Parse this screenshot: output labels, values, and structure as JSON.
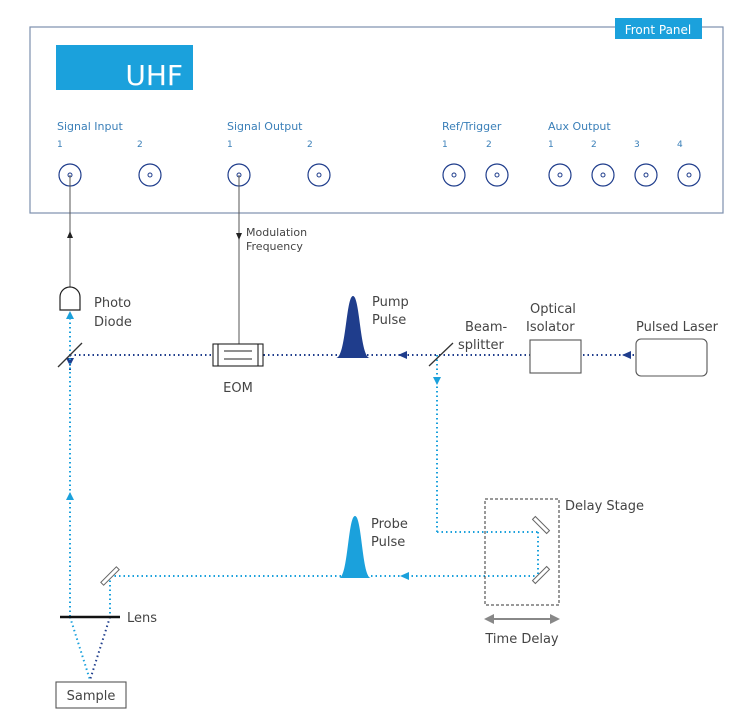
{
  "front_panel": {
    "tag": "Front Panel",
    "brand": "UHF",
    "groups": [
      {
        "label": "Signal Input",
        "ports": [
          "1",
          "2"
        ]
      },
      {
        "label": "Signal Output",
        "ports": [
          "1",
          "2"
        ]
      },
      {
        "label": "Ref/Trigger",
        "ports": [
          "1",
          "2"
        ]
      },
      {
        "label": "Aux Output",
        "ports": [
          "1",
          "2",
          "3",
          "4"
        ]
      }
    ]
  },
  "labels": {
    "modulation_line1": "Modulation",
    "modulation_line2": "Frequency",
    "photo_line1": "Photo",
    "photo_line2": "Diode",
    "pump_line1": "Pump",
    "pump_line2": "Pulse",
    "beam_line1": "Beam-",
    "beam_line2": "splitter",
    "isolator_line1": "Optical",
    "isolator_line2": "Isolator",
    "laser": "Pulsed Laser",
    "eom": "EOM",
    "probe_line1": "Probe",
    "probe_line2": "Pulse",
    "delay_stage": "Delay Stage",
    "time_delay": "Time Delay",
    "lens": "Lens",
    "sample": "Sample"
  },
  "colors": {
    "accent": "#1ba1dc",
    "pump": "#1f3d8c",
    "probe": "#1ba1dc",
    "panel_border": "#7d8fae",
    "text": "#444444",
    "panel_text": "#3a7fb8"
  }
}
